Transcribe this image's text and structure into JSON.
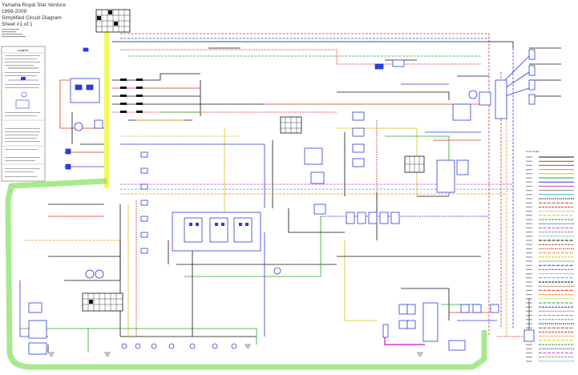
{
  "title_block": {
    "line1": "Yamaha Royal Star Venture",
    "line2": "1999-2009",
    "line3": "Simplified Circuit Diagram",
    "line4": "Sheet #1 of 1"
  },
  "legend": {
    "heading": "Legend",
    "color_code_heading": "Color Codes"
  },
  "colors": {
    "highlight_yellow": "#f2f542",
    "highlight_green": "#8be06a",
    "wire_red": "#e0302a",
    "wire_blue": "#2b3fd6",
    "wire_black": "#111111",
    "wire_green": "#27a32b",
    "wire_yellow": "#d8c21f",
    "wire_orange": "#f08a1d",
    "wire_brown": "#8a5a2b",
    "wire_magenta": "#d43ad4",
    "wire_gray": "#8a8a8a",
    "wire_cyan": "#2bb8d6"
  }
}
